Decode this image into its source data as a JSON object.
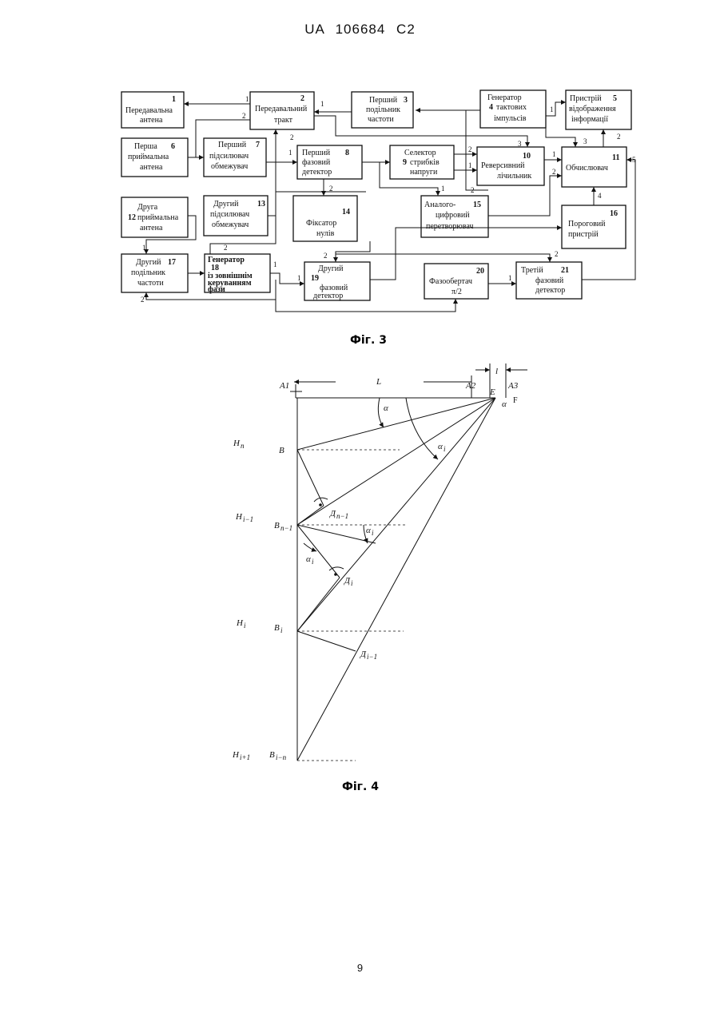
{
  "header": "UA 106684 C2",
  "page_number": "9",
  "fig3": {
    "caption": "Фіг. 3",
    "blocks": [
      {
        "id": "b1",
        "num": "1",
        "lines": [
          "Передавальна",
          "антена"
        ]
      },
      {
        "id": "b2",
        "num": "2",
        "lines": [
          "Передавальний",
          "тракт"
        ]
      },
      {
        "id": "b3",
        "num": "3",
        "lines": [
          "Перший",
          "подільник",
          "частоти"
        ]
      },
      {
        "id": "b4",
        "num": "4",
        "lines": [
          "Генератор",
          "тактових",
          "імпульсів"
        ]
      },
      {
        "id": "b5",
        "num": "5",
        "lines": [
          "Пристрій",
          "відображення",
          "інформації"
        ]
      },
      {
        "id": "b6",
        "num": "6",
        "lines": [
          "Перша",
          "приймальна",
          "антена"
        ]
      },
      {
        "id": "b7",
        "num": "7",
        "lines": [
          "Перший",
          "підсилювач",
          "обмежувач"
        ]
      },
      {
        "id": "b8",
        "num": "8",
        "lines": [
          "Перший",
          "фазовий",
          "детектор"
        ]
      },
      {
        "id": "b9",
        "num": "9",
        "lines": [
          "Селектор",
          "стрибків",
          "напруги"
        ]
      },
      {
        "id": "b10",
        "num": "10",
        "lines": [
          "Реверсивний",
          "лічильник"
        ]
      },
      {
        "id": "b11",
        "num": "11",
        "lines": [
          "Обчислювач"
        ]
      },
      {
        "id": "b12",
        "num": "12",
        "lines": [
          "Друга",
          "приймальна",
          "антена"
        ]
      },
      {
        "id": "b13",
        "num": "13",
        "lines": [
          "Другий",
          "підсилювач",
          "обмежувач"
        ]
      },
      {
        "id": "b14",
        "num": "14",
        "lines": [
          "Фіксатор",
          "нулів"
        ]
      },
      {
        "id": "b15",
        "num": "15",
        "lines": [
          "Аналого-",
          "цифровий",
          "перетворювач"
        ]
      },
      {
        "id": "b16",
        "num": "16",
        "lines": [
          "Пороговий",
          "пристрій"
        ]
      },
      {
        "id": "b17",
        "num": "17",
        "lines": [
          "Другий",
          "подільник",
          "частоти"
        ]
      },
      {
        "id": "b18",
        "num": "18",
        "lines": [
          "Генератор",
          "із зовнішнім",
          "керуванням",
          "фази"
        ]
      },
      {
        "id": "b19",
        "num": "19",
        "lines": [
          "Другий",
          "фазовий",
          "детектор"
        ]
      },
      {
        "id": "b20",
        "num": "20",
        "lines": [
          "Фазообертач",
          "π/2"
        ]
      },
      {
        "id": "b21",
        "num": "21",
        "lines": [
          "Третій",
          "фазовий",
          "детектор"
        ]
      }
    ]
  },
  "fig4": {
    "caption": "Фіг. 4",
    "labels": {
      "A1": "A1",
      "A2": "A2",
      "A3": "A3",
      "L": "L",
      "l": "l",
      "E": "E",
      "F": "F",
      "alpha": "α",
      "alpha_i": "α",
      "alpha_i_sub": "i",
      "H_n": "H",
      "H_n_sub": "n",
      "H_i_1": "H",
      "H_i_1_sub": "i−1",
      "H_i": "H",
      "H_i_sub": "i",
      "H_i1": "H",
      "H_i1_sub": "i+1",
      "B": "B",
      "B_n1": "B",
      "B_n1_sub": "n−1",
      "B_i": "B",
      "B_i_sub": "i",
      "B_in": "B",
      "B_in_sub": "i−n",
      "D_n1": "Д",
      "D_n1_sub": "n−1",
      "D_i": "Д",
      "D_i_sub": "i",
      "D_i1": "Д",
      "D_i1_sub": "i−1"
    }
  }
}
